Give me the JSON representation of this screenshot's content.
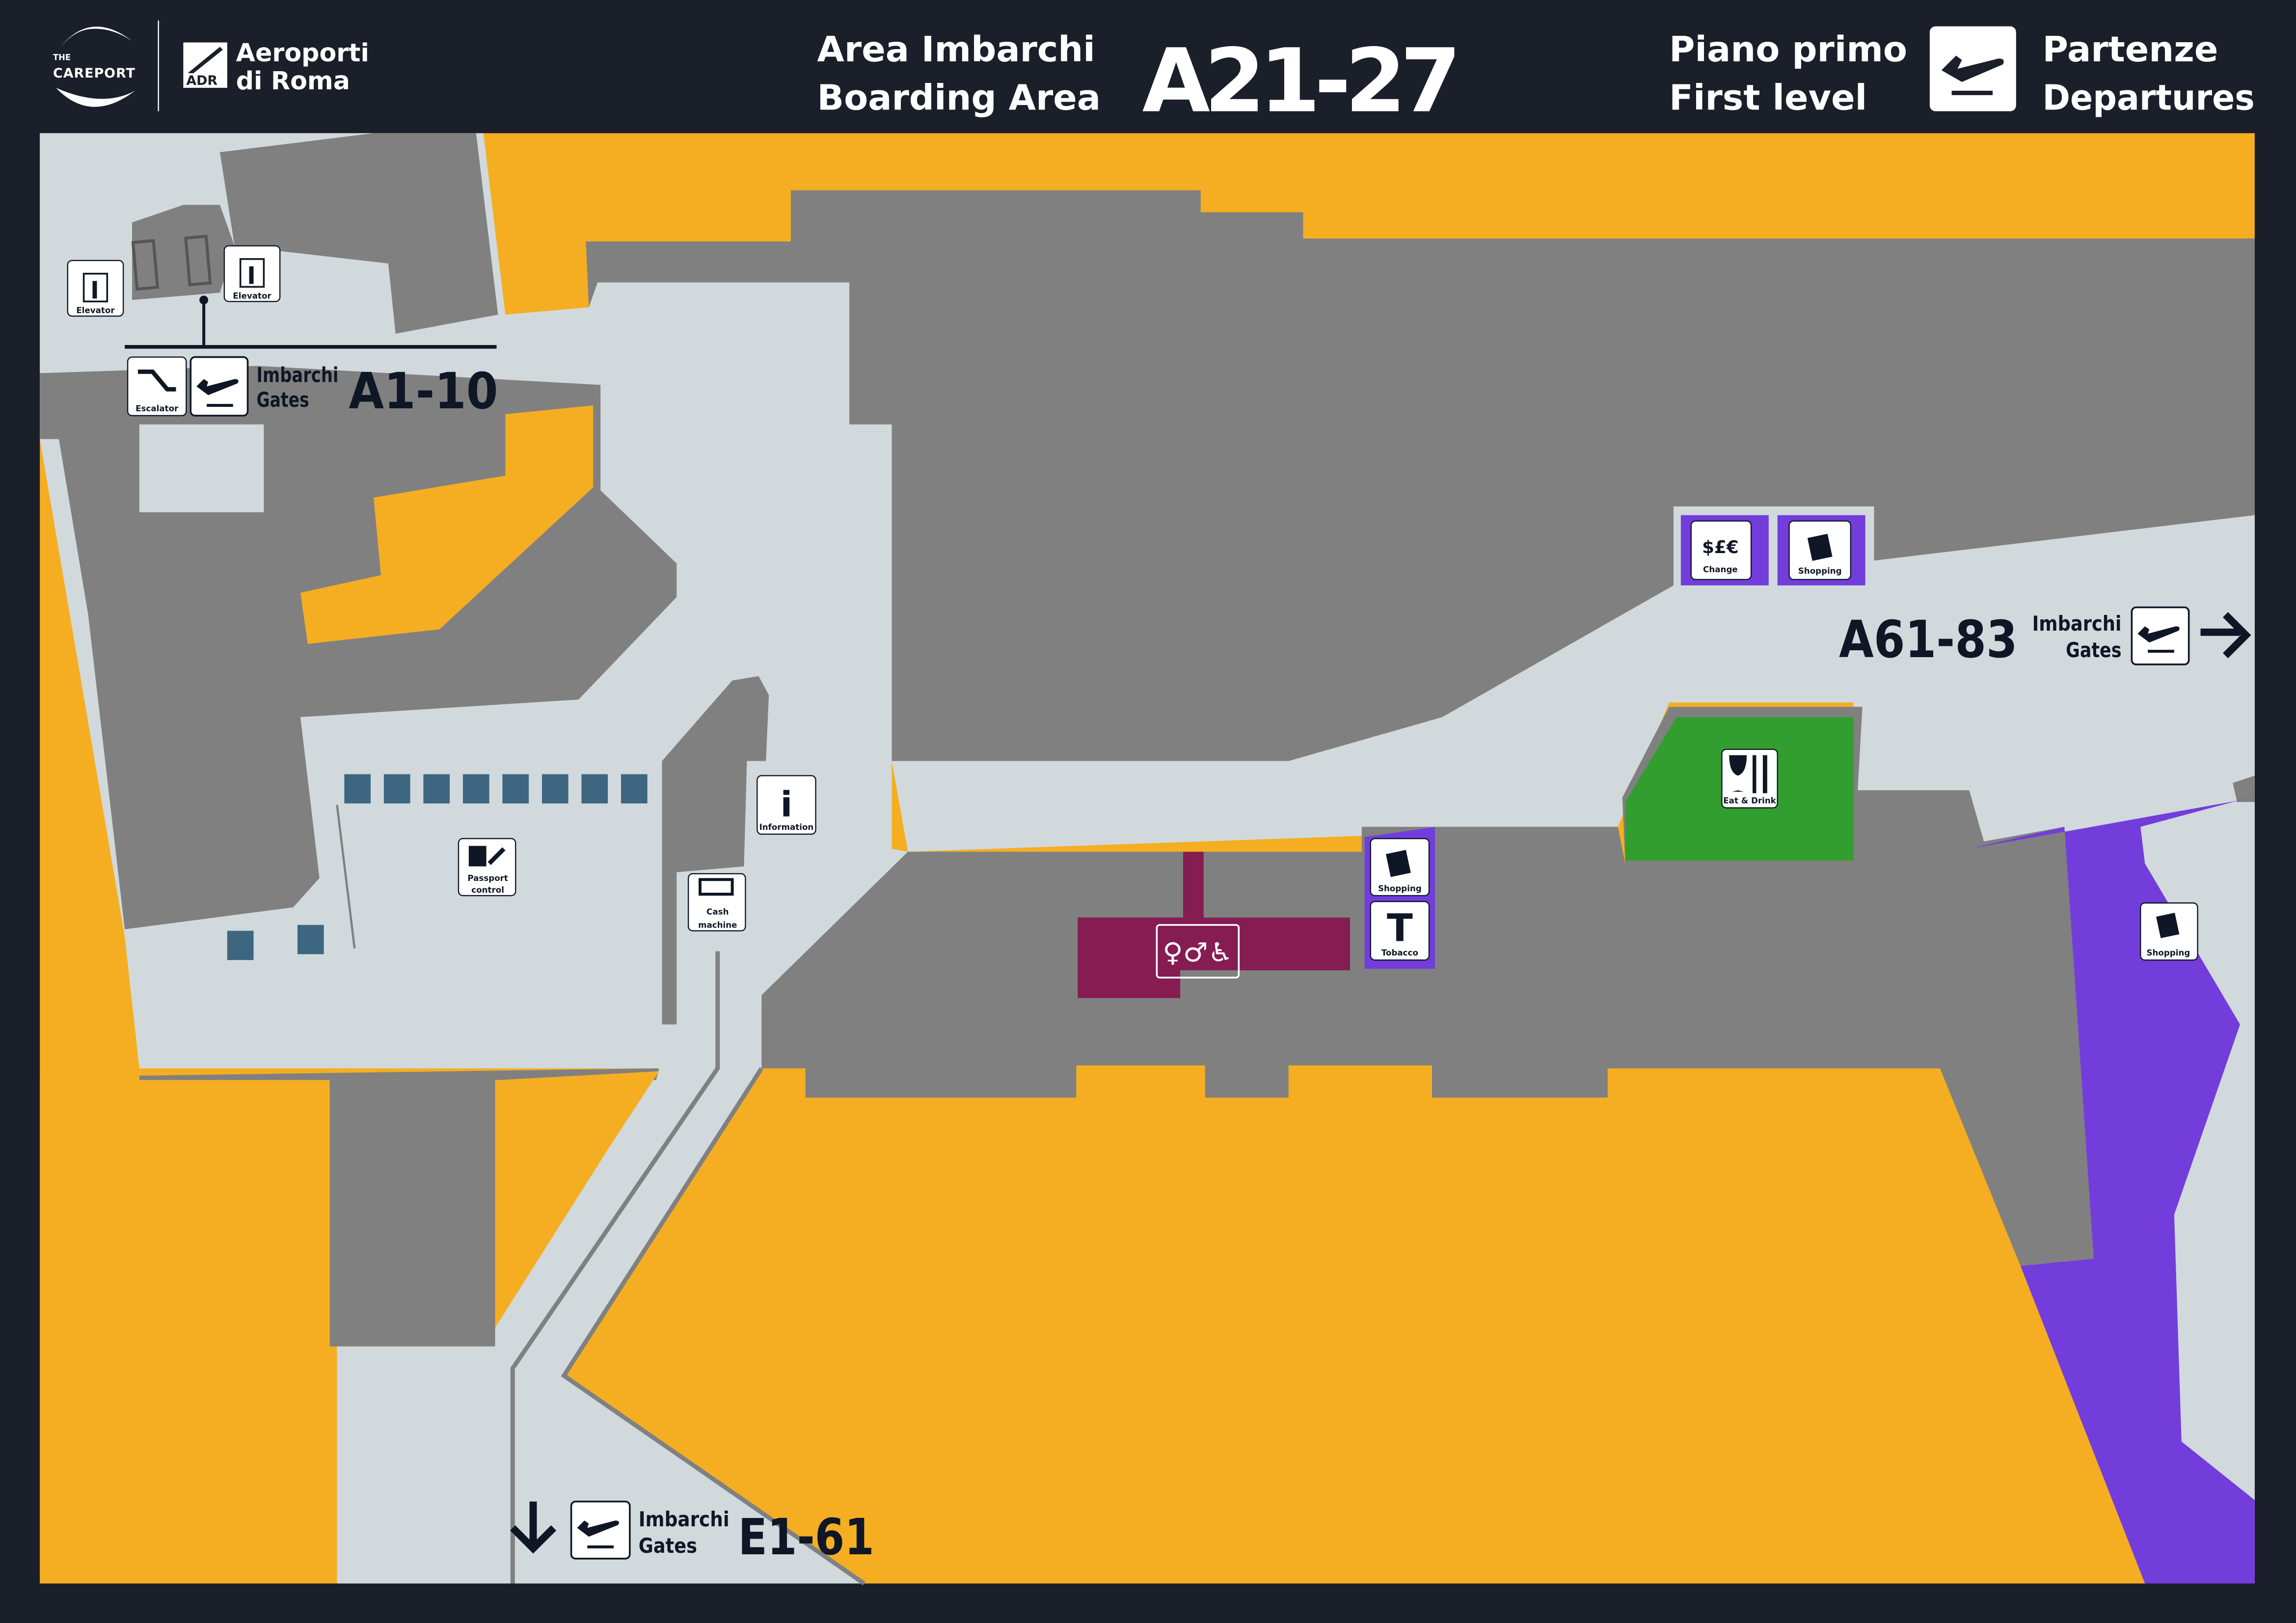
{
  "header": {
    "careport_logo_text": "THE CAREPORT",
    "adr_mark": "ADR",
    "adr_name_line1": "Aeroporti",
    "adr_name_line2": "di Roma",
    "area_it": "Area Imbarchi",
    "area_en": "Boarding Area",
    "area_code": "A21-27",
    "level_it": "Piano primo",
    "level_en": "First level",
    "departures_it": "Partenze",
    "departures_en": "Departures"
  },
  "map": {
    "gates_a1_10": {
      "imbarchi": "Imbarchi",
      "gates": "Gates",
      "code": "A1-10"
    },
    "gates_a61_83": {
      "imbarchi": "Imbarchi",
      "gates": "Gates",
      "code": "A61-83"
    },
    "gates_e1_61": {
      "imbarchi": "Imbarchi",
      "gates": "Gates",
      "code": "E1-61"
    },
    "pois": {
      "elevator_left": "Elevator",
      "elevator_right": "Elevator",
      "escalator": "Escalator",
      "information": "Information",
      "passport_control_1": "Passport",
      "passport_control_2": "control",
      "cash_machine_1": "Cash",
      "cash_machine_2": "machine",
      "change": "Change",
      "shopping_top": "Shopping",
      "shopping_mid": "Shopping",
      "tobacco": "Tobacco",
      "tobacco_glyph": "T",
      "eat_drink": "Eat & Drink",
      "shopping_right": "Shopping"
    },
    "colors": {
      "background": "#1b1f2a",
      "walkway": "#d1d9dd",
      "restricted": "#808080",
      "outside": "#f5ae22",
      "shops": "#733ddb",
      "food": "#329e30",
      "toilets": "#851c52",
      "seating": "#3d6680"
    }
  }
}
